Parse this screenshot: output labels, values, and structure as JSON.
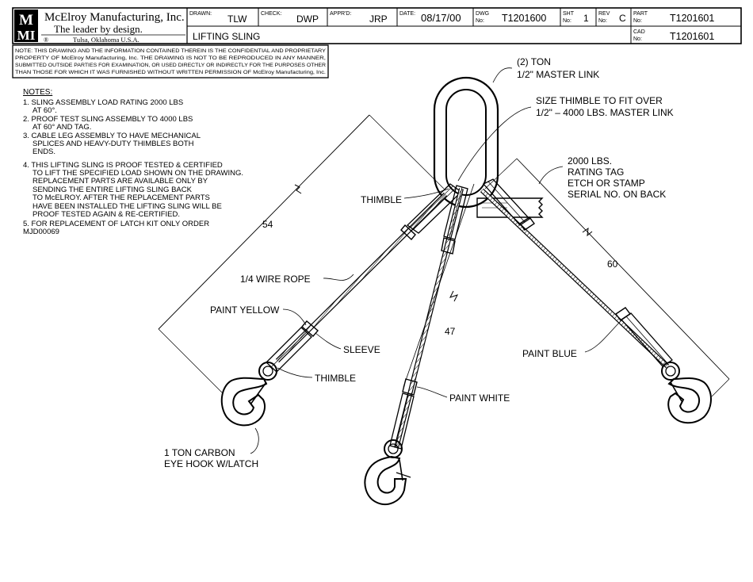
{
  "company": {
    "logo_letters": "MMI",
    "name": "McElroy Manufacturing, Inc.",
    "slogan": "The leader by design.",
    "location": "Tulsa, Oklahoma U.S.A.",
    "registered": "®"
  },
  "title_block": {
    "drawn_label": "DRAWN:",
    "drawn": "TLW",
    "check_label": "CHECK:",
    "check": "DWP",
    "approved_label": "APPR'D:",
    "approved": "JRP",
    "date_label": "DATE:",
    "date": "08/17/00",
    "dwg_label_1": "DWG",
    "dwg_label_2": "No:",
    "dwg_no": "T1201600",
    "sht_label_1": "SHT",
    "sht_label_2": "No:",
    "sht": "1",
    "rev_label_1": "REV",
    "rev_label_2": "No:",
    "rev": "C",
    "part_label_1": "PART",
    "part_label_2": "No:",
    "part_no": "T1201601",
    "cad_label_1": "CAD",
    "cad_label_2": "No:",
    "cad_no": "T1201601",
    "title": "LIFTING SLING"
  },
  "confidential": [
    "NOTE: THIS DRAWING AND THE INFORMATION CONTAINED THEREIN IS THE CONFIDENTIAL AND PROPRIETARY",
    "PROPERTY OF McElroy Manufacturing, Inc. THE DRAWING IS NOT TO BE REPRODUCED IN ANY MANNER,",
    "SUBMITTED OUTSIDE PARTIES FOR EXAMINATION, OR USED DIRECTLY OR INDIRECTLY FOR THE PURPOSES OTHER",
    "THAN THOSE FOR WHICH IT WAS FURNISHED WITHOUT WRITTEN PERMISSION OF McElroy Manufacturing, Inc."
  ],
  "notes": {
    "heading": "NOTES:",
    "lines": [
      "1. SLING ASSEMBLY LOAD RATING 2000 LBS",
      "AT 60°.",
      "2. PROOF TEST SLING ASSEMBLY TO 4000 LBS",
      "AT 60° AND TAG.",
      "3. CABLE LEG ASSEMBLY TO HAVE MECHANICAL",
      "SPLICES AND HEAVY-DUTY THIMBLES BOTH",
      "ENDS.",
      "4. THIS LIFTING SLING IS PROOF TESTED & CERTIFIED",
      "TO LIFT THE SPECIFIED LOAD SHOWN ON THE DRAWING.",
      "REPLACEMENT PARTS ARE AVAILABLE ONLY BY",
      "SENDING THE ENTIRE LIFTING SLING BACK",
      "TO McELROY. AFTER THE REPLACEMENT PARTS",
      "HAVE BEEN INSTALLED THE LIFTING SLING WILL BE",
      "PROOF TESTED AGAIN & RE-CERTIFIED.",
      "5. FOR REPLACEMENT OF LATCH KIT ONLY ORDER",
      "MJD00069"
    ]
  },
  "callouts": {
    "master_link_1": "(2) TON",
    "master_link_2": "1/2\" MASTER LINK",
    "thimble_size_1": "SIZE THIMBLE TO FIT OVER",
    "thimble_size_2": "1/2\" – 4000 LBS. MASTER LINK",
    "tag_1": "2000 LBS.",
    "tag_2": "RATING TAG",
    "tag_3": "ETCH OR STAMP",
    "tag_4": "SERIAL NO. ON BACK",
    "thimble_top": "THIMBLE",
    "wire_rope": "1/4 WIRE ROPE",
    "paint_yellow": "PAINT YELLOW",
    "sleeve": "SLEEVE",
    "thimble_bottom": "THIMBLE",
    "paint_white": "PAINT WHITE",
    "paint_blue": "PAINT BLUE",
    "hook_1": "1 TON CARBON",
    "hook_2": "EYE HOOK W/LATCH"
  },
  "dimensions": {
    "left_leg": "54",
    "middle_leg": "47",
    "right_leg": "60"
  }
}
